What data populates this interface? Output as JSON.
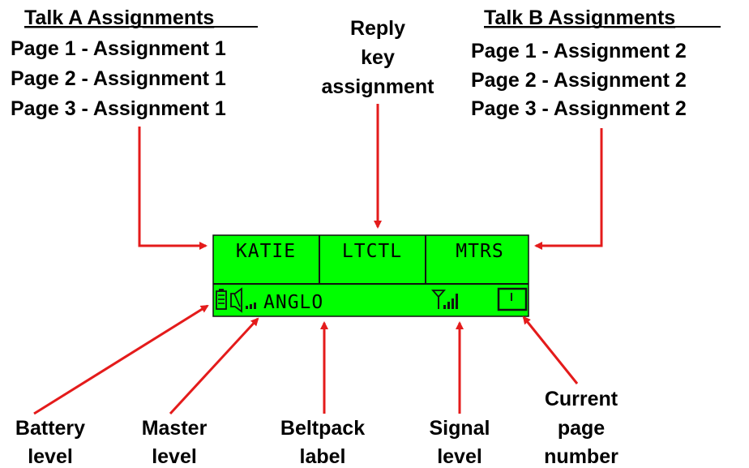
{
  "talk_a": {
    "title": "Talk A Assignments",
    "lines": [
      "Page 1 - Assignment 1",
      "Page 2 - Assignment 1",
      "Page 3 - Assignment 1"
    ]
  },
  "talk_b": {
    "title": "Talk B Assignments",
    "lines": [
      "Page 1 - Assignment 2",
      "Page 2 - Assignment 2",
      "Page 3 - Assignment 2"
    ]
  },
  "reply": {
    "lines": [
      "Reply",
      "key",
      "assignment"
    ]
  },
  "display": {
    "keys": [
      "KATIE",
      "LTCTL",
      "MTRS"
    ],
    "beltpack_label": "ANGLO",
    "background_color": "#00ff00",
    "icons": [
      "battery-icon",
      "speaker-icon",
      "antenna-icon",
      "page-box-icon"
    ]
  },
  "callouts": {
    "battery": [
      "Battery",
      "level"
    ],
    "master": [
      "Master",
      "level"
    ],
    "beltpack": [
      "Beltpack",
      "label"
    ],
    "signal": [
      "Signal",
      "level"
    ],
    "page": [
      "Current",
      "page",
      "number"
    ]
  },
  "colors": {
    "arrow": "#e41b1b",
    "lcd": "#00ff00"
  }
}
